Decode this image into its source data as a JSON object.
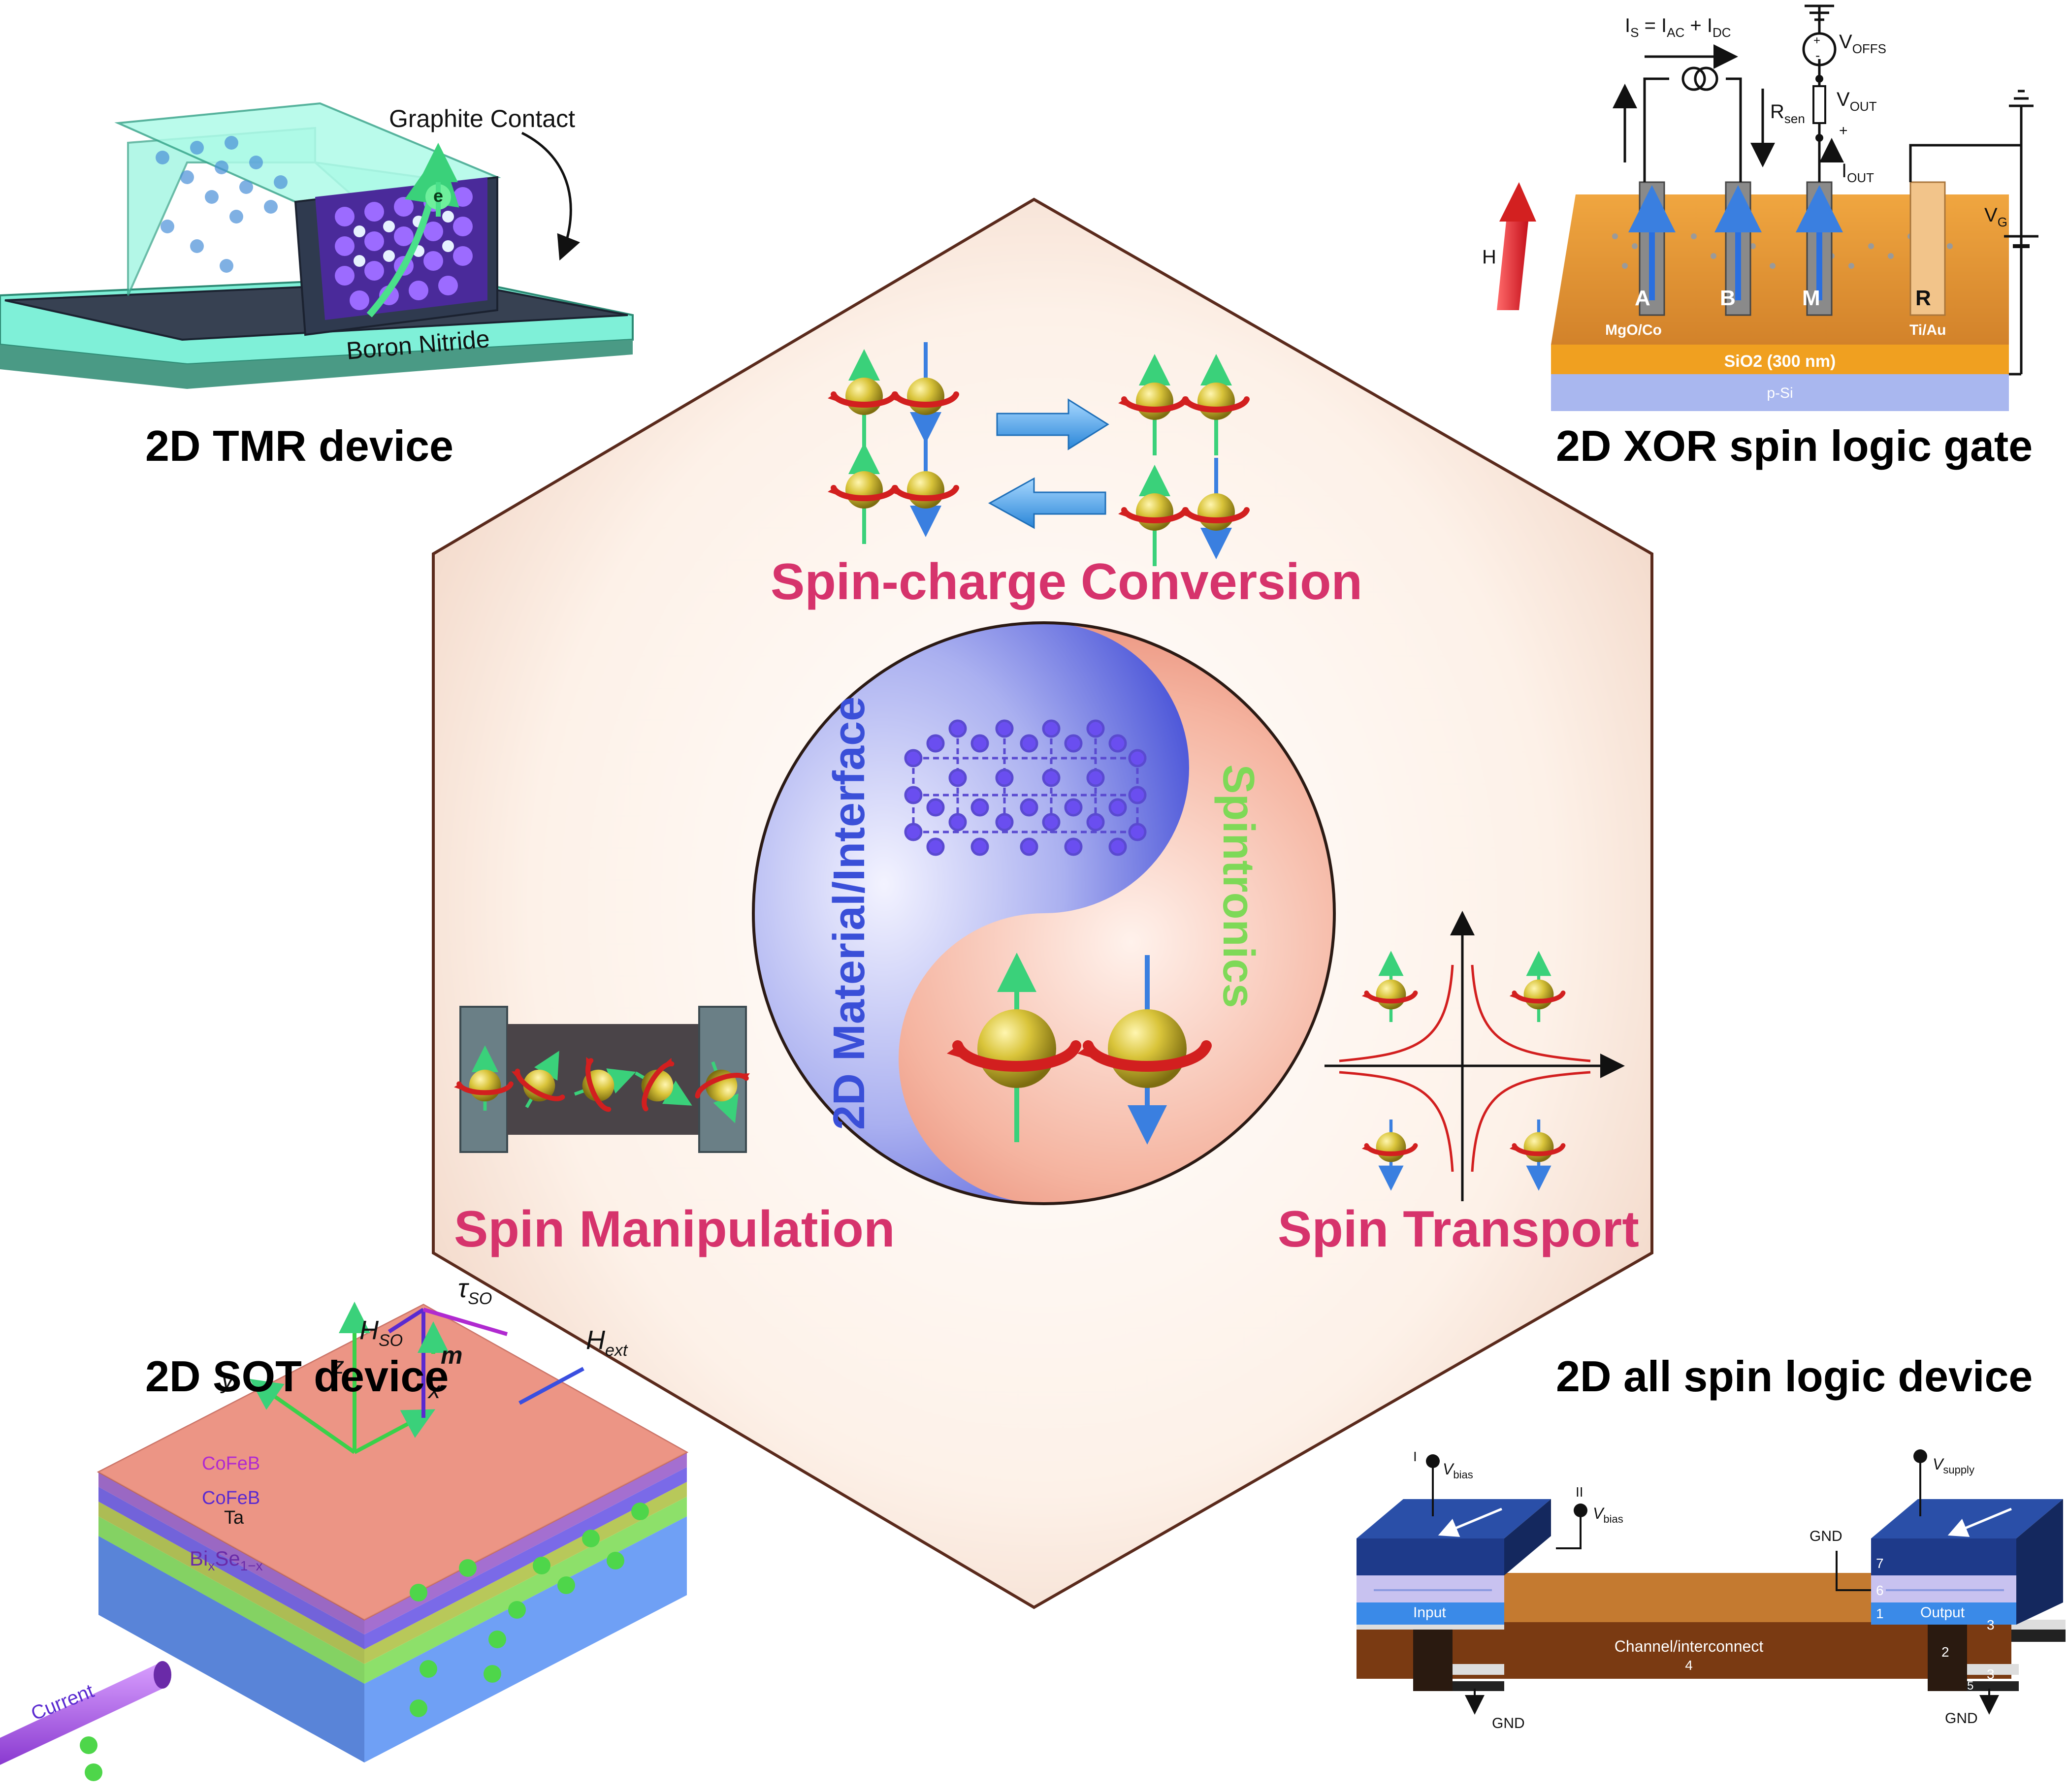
{
  "panels": {
    "tmr": {
      "caption": "2D TMR device",
      "labels": {
        "graphite_contact": "Graphite Contact",
        "boron_nitride": "Boron Nitride",
        "electron": "e"
      }
    },
    "xor": {
      "caption": "2D XOR spin logic gate",
      "labels": {
        "is_eq": "I",
        "is_sub": "S",
        "is_rhs": " = I",
        "iac_sub": "AC",
        "plus": " + I",
        "idc_sub": "DC",
        "v": "V",
        "voffs_sub": "OFFS",
        "r": "R",
        "rsen_sub": "sen",
        "vout_sub": "OUT",
        "i": "I",
        "iout_sub": "OUT",
        "vg_sub": "G",
        "h": "H",
        "contact_a": "A",
        "contact_b": "B",
        "contact_m": "M",
        "contact_r": "R",
        "mgo_co": "MgO/Co",
        "ti_au": "Ti/Au",
        "sio2": "SiO2 (300 nm)",
        "psi": "p-Si",
        "minus": "-",
        "plus_sign": "+"
      }
    },
    "sot": {
      "caption": "2D SOT device",
      "labels": {
        "h": "H",
        "hso_sub": "SO",
        "tau": "τ",
        "tauso_sub": "SO",
        "m": "m",
        "hext_sub": "ext",
        "z": "z",
        "y": "y",
        "x": "x",
        "cofeb_top": "CoFeB",
        "cofeb_bottom": "CoFeB",
        "ta": "Ta",
        "bi": "Bi",
        "x_sub": "x",
        "se": "Se",
        "onex_sub": "1−x",
        "current": "Current"
      }
    },
    "allspin": {
      "caption": "2D all spin logic device",
      "labels": {
        "roman1": "I",
        "roman2": "II",
        "v": "V",
        "vbias_sub": "bias",
        "vsupply_sub": "supply",
        "gnd": "GND",
        "input": "Input",
        "output": "Output",
        "channel": "Channel/interconnect",
        "n1": "1",
        "n2": "2",
        "n3": "3",
        "n4": "4",
        "n5": "5",
        "n6": "6",
        "n7": "7"
      }
    }
  },
  "hexagon": {
    "top_label": "Spin-charge Conversion",
    "left_label": "Spin Manipulation",
    "right_label": "Spin Transport",
    "circle_left_text": "2D Material/Interface",
    "circle_right_text": "Spintronics"
  },
  "colors": {
    "label_pink": "#d6336c",
    "blue_text": "#3a4fd8",
    "green_text": "#7ed957",
    "spin_ball": "#c9b52a",
    "spin_ring": "#d21f1f",
    "arrow_green": "#3ad17a",
    "arrow_blue": "#3a7fe0"
  }
}
